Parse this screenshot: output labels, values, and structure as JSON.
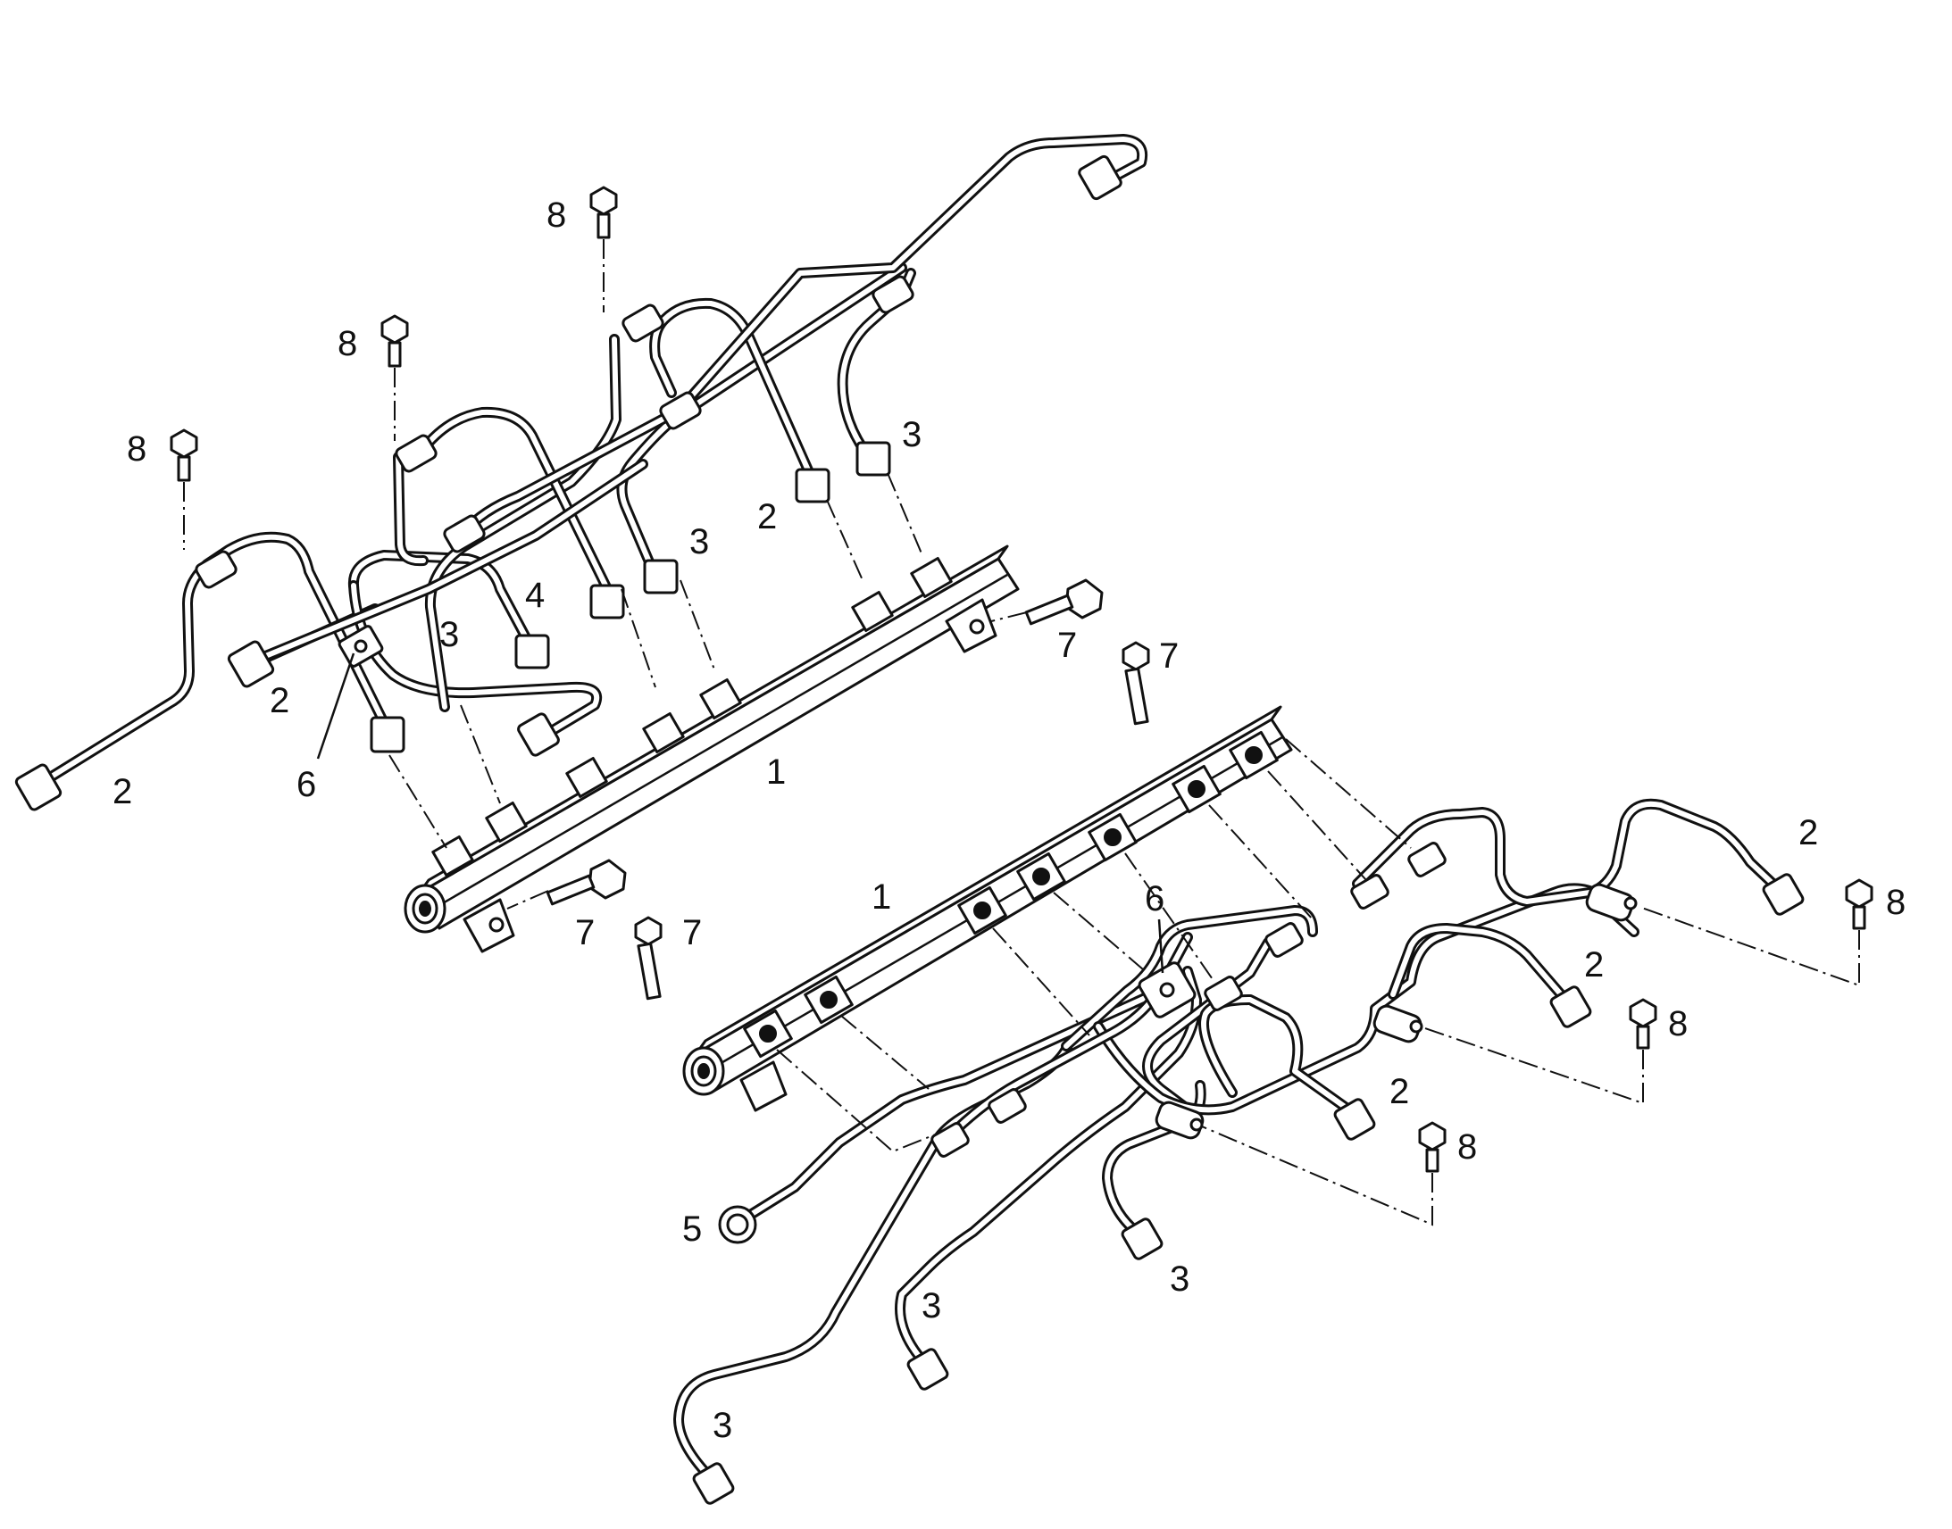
{
  "diagram": {
    "callouts": {
      "c1a": "1",
      "c1b": "1",
      "c2a": "2",
      "c2b": "2",
      "c2c": "2",
      "c2d": "2",
      "c2e": "2",
      "c2f": "2",
      "c3a": "3",
      "c3b": "3",
      "c3c": "3",
      "c3d": "3",
      "c3e": "3",
      "c3f": "3",
      "c4": "4",
      "c5": "5",
      "c6a": "6",
      "c6b": "6",
      "c7a": "7",
      "c7b": "7",
      "c7c": "7",
      "c7d": "7",
      "c8a": "8",
      "c8b": "8",
      "c8c": "8",
      "c8d": "8",
      "c8e": "8",
      "c8f": "8"
    }
  }
}
